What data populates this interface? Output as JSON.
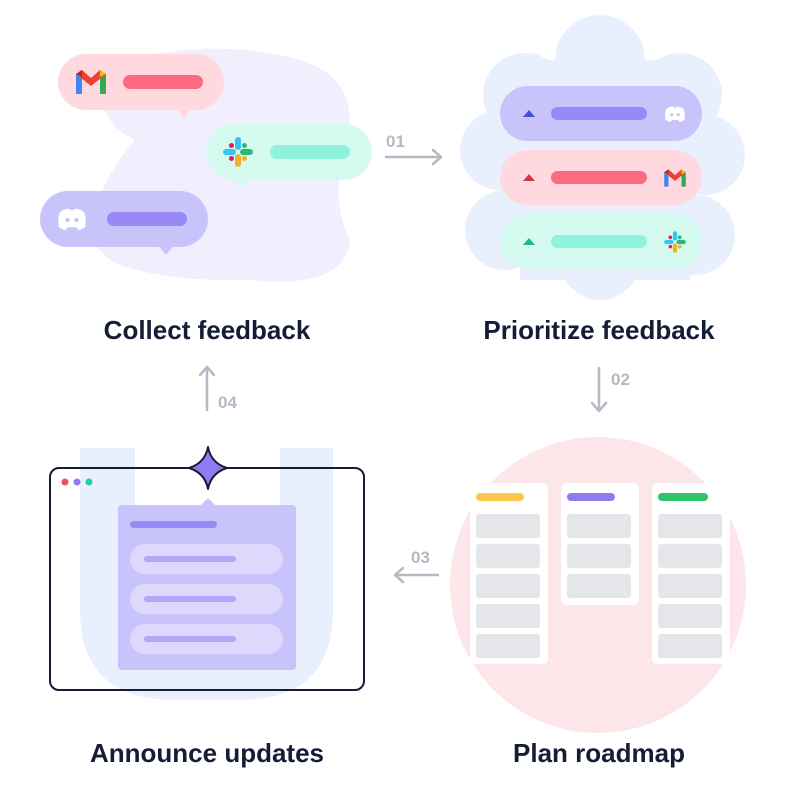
{
  "stages": [
    {
      "title": "Collect feedback"
    },
    {
      "title": "Prioritize feedback"
    },
    {
      "title": "Plan roadmap"
    },
    {
      "title": "Announce updates"
    }
  ],
  "steps": [
    {
      "label": "01"
    },
    {
      "label": "02"
    },
    {
      "label": "03"
    },
    {
      "label": "04"
    }
  ],
  "colors": {
    "text": "#141c36",
    "muted": "#b5b9c4",
    "gmail_bg": "#ffd9df",
    "gmail_bar": "#fb6a80",
    "slack_bg": "#d5fbf0",
    "slack_bar": "#8ef2dc",
    "discord_bg": "#c9c3fb",
    "discord_bar": "#9989f6",
    "purple_accent": "#8e7bf2",
    "blob_lavender": "#f1eefe",
    "blob_blue": "#e9f0fd",
    "blob_pink": "#fde6ea",
    "yellow": "#fbc94a",
    "green": "#2fc46b"
  },
  "icons": [
    "gmail-icon",
    "slack-icon",
    "discord-icon",
    "upvote-arrow-icon",
    "sparkle-icon"
  ]
}
